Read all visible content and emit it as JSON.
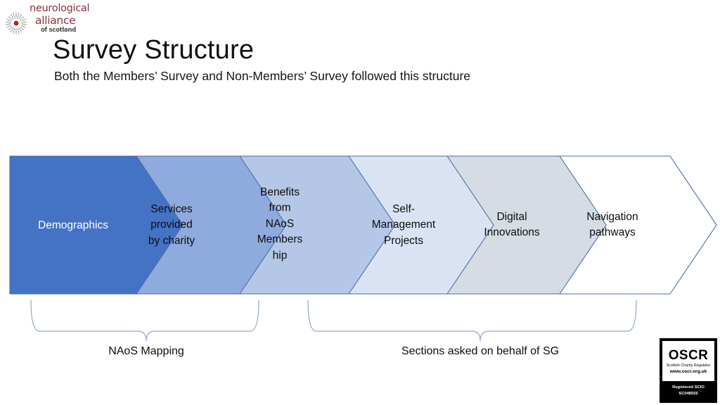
{
  "logo": {
    "line1": "neurological",
    "line2": "alliance",
    "line3": "of scotland",
    "mark_name": "sunburst-icon",
    "text_color": "#8A2F3F",
    "mark_color": "#9B9B9B",
    "mark_center_color": "#B02020"
  },
  "header": {
    "title": "Survey Structure",
    "subtitle": "Both the Members’ Survey and Non-Members’ Survey followed this structure"
  },
  "diagram": {
    "type": "process-chevron",
    "steps": [
      {
        "label": "Demographics",
        "fill": "#4472C4",
        "text_color": "#FFFFFF"
      },
      {
        "label": "Services\nprovided\nby charity",
        "fill": "#8FAADC",
        "text_color": "#0D0D0D"
      },
      {
        "label": "Benefits\nfrom\nNAoS\nMembers\nhip",
        "fill": "#B4C7E7",
        "text_color": "#0D0D0D"
      },
      {
        "label": "Self-\nManagement\nProjects",
        "fill": "#DAE3F3",
        "text_color": "#0D0D0D"
      },
      {
        "label": "Digital\nInnovations",
        "fill": "#D6DCE4",
        "text_color": "#0D0D0D"
      },
      {
        "label": "Navigation\npathways",
        "fill": "#FFFFFF",
        "text_color": "#0D0D0D"
      }
    ],
    "outline_color": "#4A6FA5",
    "braces": [
      {
        "caption": "NAoS Mapping",
        "covers": "steps 1-3"
      },
      {
        "caption": "Sections asked on behalf of SG",
        "covers": "steps 4-6"
      }
    ],
    "brace_color": "#8FA6CC"
  },
  "oscr": {
    "name": "OSCR",
    "tagline": "Scottish Charity Regulator",
    "url": "www.oscr.org.uk",
    "registration_label": "Registered SCIO",
    "registration_number": "SC048555"
  }
}
